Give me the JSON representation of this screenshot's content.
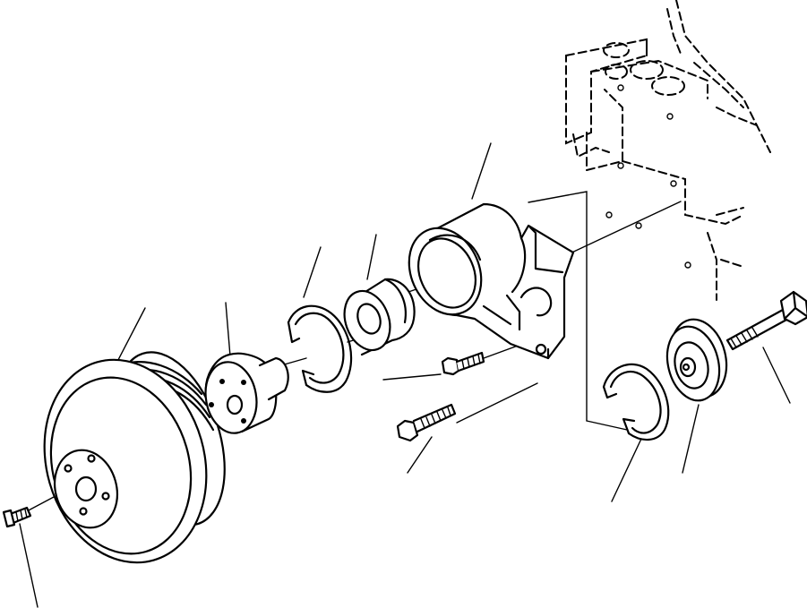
{
  "diagram": {
    "type": "exploded-parts-view",
    "labels": [],
    "parts": [
      {
        "name": "fan-pulley",
        "kind": "grooved-pulley"
      },
      {
        "name": "pulley-mounting-bolt",
        "kind": "bolt"
      },
      {
        "name": "fan-hub",
        "kind": "hub"
      },
      {
        "name": "snap-ring",
        "kind": "retaining-ring"
      },
      {
        "name": "bearing",
        "kind": "bearing"
      },
      {
        "name": "fan-bracket",
        "kind": "housing"
      },
      {
        "name": "bracket-bolt-short",
        "kind": "bolt"
      },
      {
        "name": "bracket-bolt-long",
        "kind": "bolt"
      },
      {
        "name": "idler-snap-ring",
        "kind": "retaining-ring"
      },
      {
        "name": "idler-pulley",
        "kind": "pulley"
      },
      {
        "name": "idler-bolt",
        "kind": "bolt"
      },
      {
        "name": "engine-block-outline",
        "kind": "reference-outline"
      }
    ]
  }
}
